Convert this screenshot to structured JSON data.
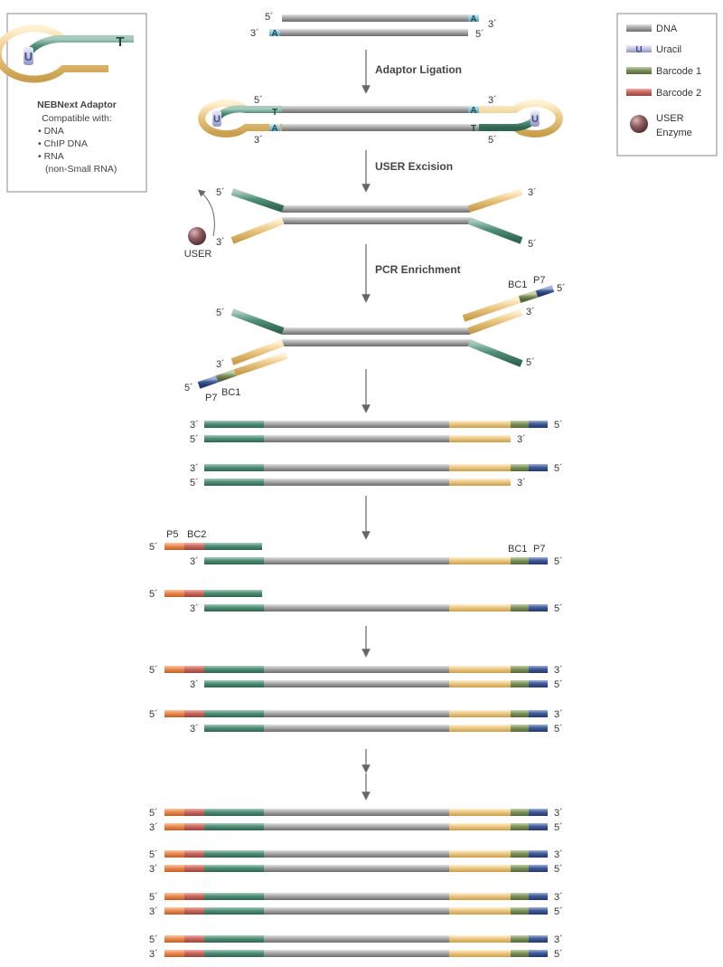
{
  "colors": {
    "dna": "#a3a3a3",
    "adaptor": "#4f8f76",
    "adaptor_light": "#e7c479",
    "uracil": "#4a5d96",
    "uracil_fill": "#c8c9e4",
    "barcode1": "#7e935c",
    "barcode2": "#c3665b",
    "p5": "#e8874f",
    "p7": "#3d5a94",
    "a_box": "#8fc7d6",
    "user_enzyme": "#7a4c4f",
    "arrow": "#666666"
  },
  "legend": {
    "items": [
      {
        "key": "dna",
        "label": "DNA",
        "icon": "dna-bar"
      },
      {
        "key": "uracil",
        "label": "Uracil",
        "icon": "uracil-bar"
      },
      {
        "key": "barcode1",
        "label": "Barcode 1",
        "icon": "barcode1-bar"
      },
      {
        "key": "barcode2",
        "label": "Barcode 2",
        "icon": "barcode2-bar"
      },
      {
        "key": "user",
        "label": "USER",
        "label2": "Enzyme",
        "icon": "user-enzyme-sphere"
      }
    ]
  },
  "adaptor_box": {
    "title": "NEBNext Adaptor",
    "subtitle": "Compatible with:",
    "items": [
      "• DNA",
      "• ChIP DNA",
      "• RNA"
    ],
    "note": "(non-Small RNA)",
    "uracil_letter": "U",
    "t_letter": "T"
  },
  "steps": {
    "ligation": "Adaptor Ligation",
    "excision": "USER Excision",
    "pcr": "PCR Enrichment"
  },
  "marks": {
    "five": "5´",
    "three": "3´",
    "A": "A",
    "T": "T",
    "U": "U",
    "user": "USER",
    "p5": "P5",
    "bc2": "BC2",
    "bc1": "BC1",
    "p7": "P7"
  }
}
